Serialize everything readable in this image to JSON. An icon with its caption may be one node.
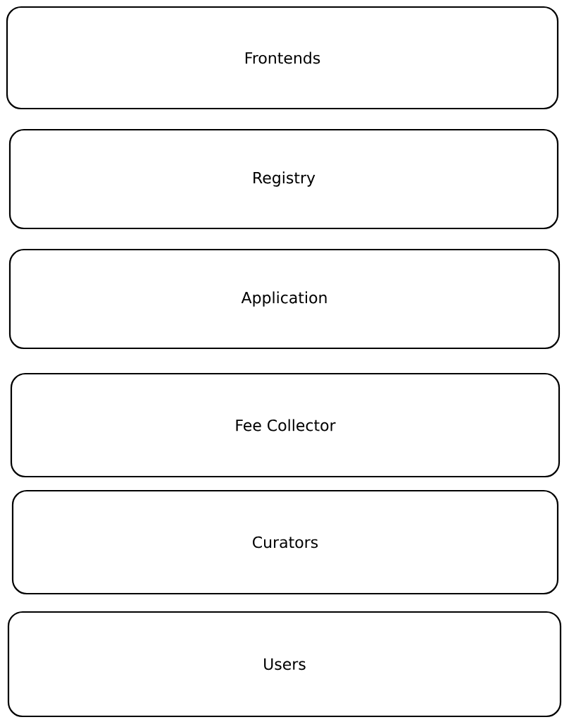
{
  "diagram": {
    "nodes": [
      {
        "text": [
          "Frontends"
        ]
      },
      {
        "text": [
          "Registry"
        ]
      },
      {
        "text": [
          "Application"
        ]
      },
      {
        "text": [
          "Fee Collector"
        ]
      },
      {
        "text": [
          "Curators"
        ]
      },
      {
        "text": [
          "Users"
        ]
      }
    ]
  }
}
